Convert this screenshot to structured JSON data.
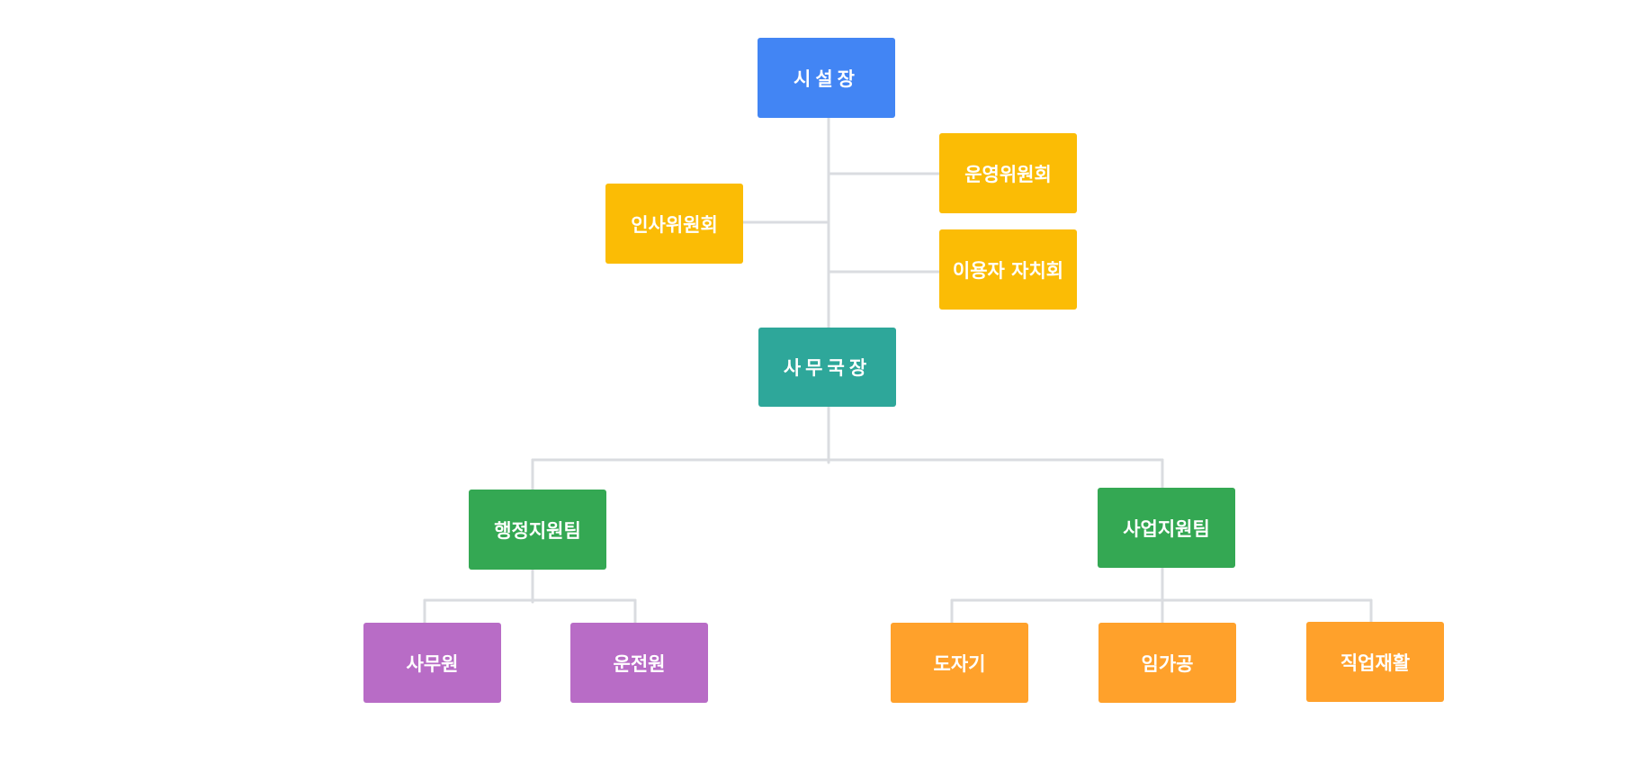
{
  "colors": {
    "line": "#dadce0",
    "blue": "#4285f4",
    "yellow": "#fbbc05",
    "teal": "#2ea79a",
    "green": "#34a853",
    "purple": "#b86cc6",
    "orange": "#ffa12b"
  },
  "nodes": {
    "director": "시설장",
    "operating_committee": "운영위원회",
    "personnel_committee": "인사위원회",
    "user_council": "이용자 자치회",
    "secretary_general": "사무국장",
    "admin_support_team": "행정지원팀",
    "business_support_team": "사업지원팀",
    "clerk": "사무원",
    "driver": "운전원",
    "ceramics": "도자기",
    "wood_processing": "임가공",
    "vocational_rehab": "직업재활"
  }
}
